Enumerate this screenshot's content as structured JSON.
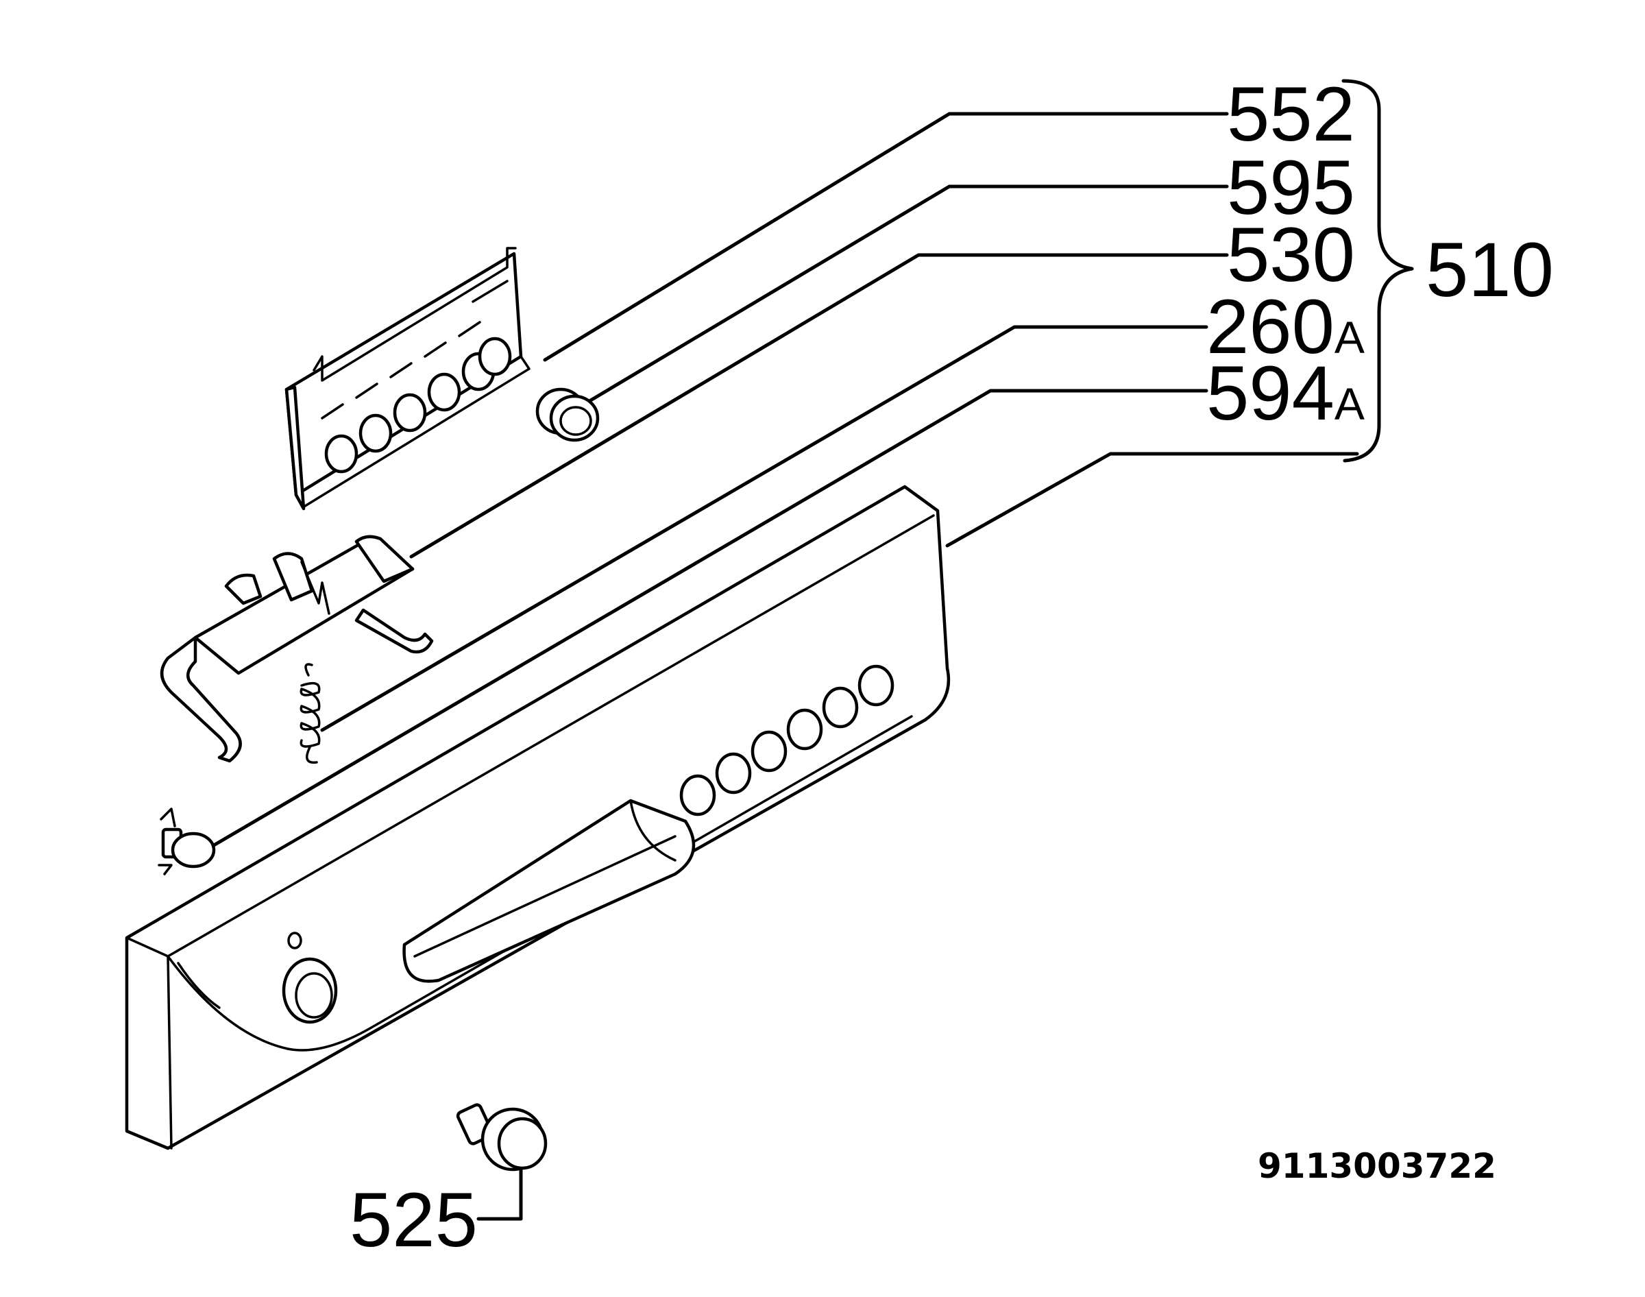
{
  "labels": {
    "l552": "552",
    "l595": "595",
    "l530": "530",
    "l260_num": "260",
    "l260_suffix": "A",
    "l594_num": "594",
    "l594_suffix": "A",
    "l510": "510",
    "l525": "525"
  },
  "document_number": "9113003722"
}
